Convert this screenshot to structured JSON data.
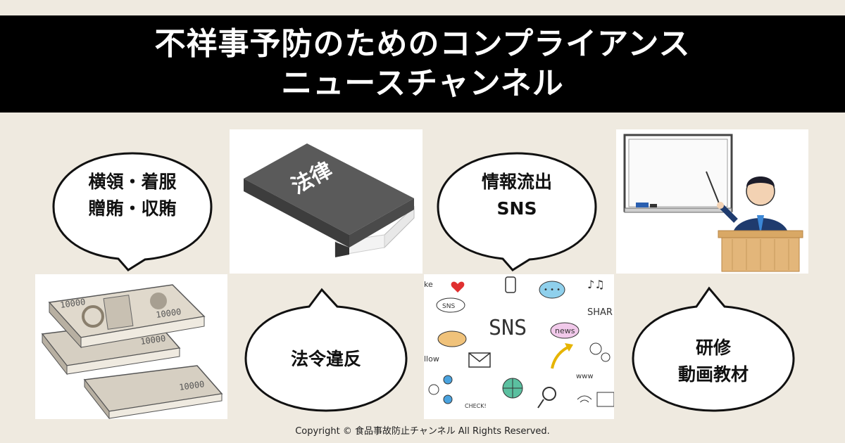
{
  "title": {
    "line1": "不祥事予防のためのコンプライアンス",
    "line2": "ニュースチャンネル"
  },
  "bubbles": {
    "b1": {
      "line1": "横領・着服",
      "line2": "贈賄・収賄"
    },
    "b2": {
      "line1": "法令違反"
    },
    "b3": {
      "line1": "情報流出",
      "line2": "SNS"
    },
    "b4": {
      "line1": "研修",
      "line2": "動画教材"
    }
  },
  "images": {
    "book_title": "法律",
    "money_label": "10000",
    "sns_center": "SNS",
    "sns_small": "SNS",
    "sns_news": "news",
    "sns_share": "SHAR",
    "sns_check": "CHECK!",
    "sns_www": "www",
    "sns_follow": "llow",
    "sns_like": "ke"
  },
  "footer": {
    "text": "Copyright © 食品事故防止チャンネル All Rights Reserved."
  },
  "colors": {
    "banner": "#000000",
    "background": "#efeae0",
    "book": "#5a5a5a"
  }
}
